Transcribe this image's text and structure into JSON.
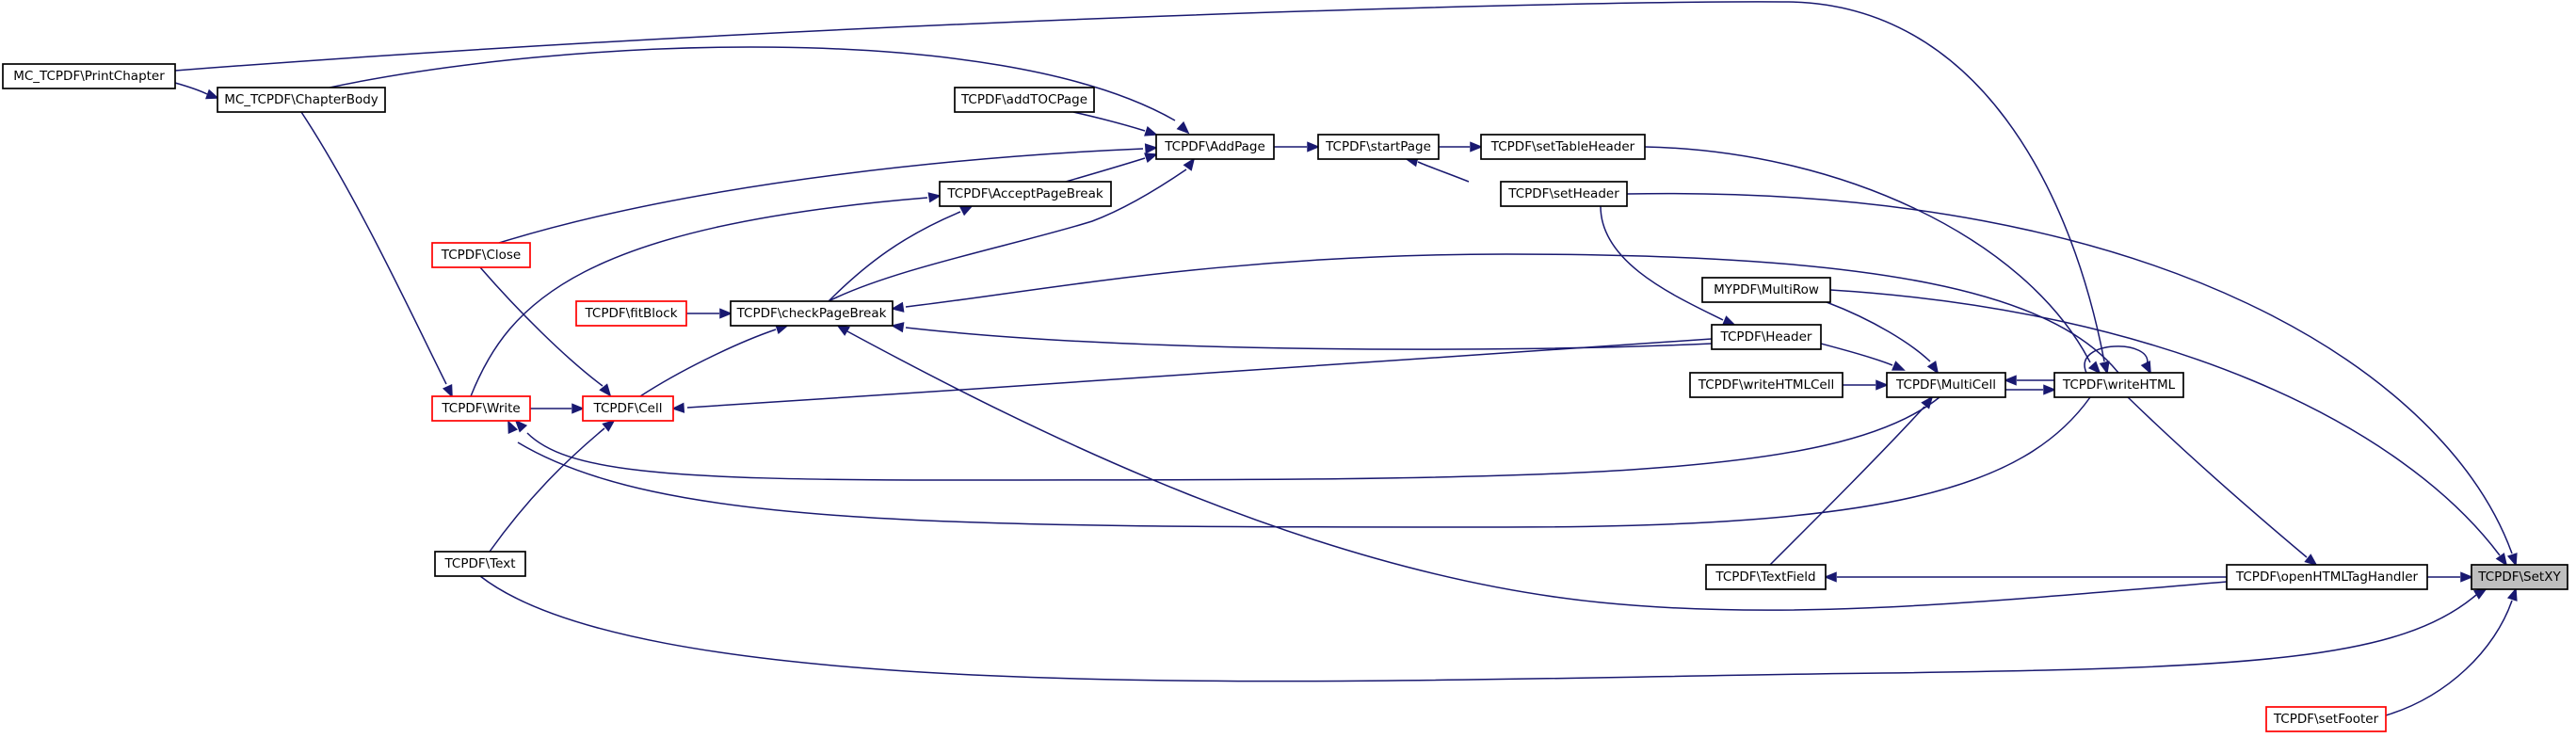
{
  "nodes": [
    {
      "id": "print_chapter",
      "label": "MC_TCPDF\\PrintChapter",
      "style": "normal"
    },
    {
      "id": "chapter_body",
      "label": "MC_TCPDF\\ChapterBody",
      "style": "normal"
    },
    {
      "id": "add_toc_page",
      "label": "TCPDF\\addTOCPage",
      "style": "normal"
    },
    {
      "id": "add_page",
      "label": "TCPDF\\AddPage",
      "style": "normal"
    },
    {
      "id": "start_page",
      "label": "TCPDF\\startPage",
      "style": "normal"
    },
    {
      "id": "set_table_header",
      "label": "TCPDF\\setTableHeader",
      "style": "normal"
    },
    {
      "id": "accept_page_break",
      "label": "TCPDF\\AcceptPageBreak",
      "style": "normal"
    },
    {
      "id": "set_header",
      "label": "TCPDF\\setHeader",
      "style": "normal"
    },
    {
      "id": "close",
      "label": "TCPDF\\Close",
      "style": "red"
    },
    {
      "id": "multirow",
      "label": "MYPDF\\MultiRow",
      "style": "normal"
    },
    {
      "id": "fit_block",
      "label": "TCPDF\\fitBlock",
      "style": "red"
    },
    {
      "id": "check_page_break",
      "label": "TCPDF\\checkPageBreak",
      "style": "normal"
    },
    {
      "id": "header",
      "label": "TCPDF\\Header",
      "style": "normal"
    },
    {
      "id": "write_html_cell",
      "label": "TCPDF\\writeHTMLCell",
      "style": "normal"
    },
    {
      "id": "multicell",
      "label": "TCPDF\\MultiCell",
      "style": "normal"
    },
    {
      "id": "write_html",
      "label": "TCPDF\\writeHTML",
      "style": "normal"
    },
    {
      "id": "write",
      "label": "TCPDF\\Write",
      "style": "red"
    },
    {
      "id": "cell",
      "label": "TCPDF\\Cell",
      "style": "red"
    },
    {
      "id": "text",
      "label": "TCPDF\\Text",
      "style": "normal"
    },
    {
      "id": "text_field",
      "label": "TCPDF\\TextField",
      "style": "normal"
    },
    {
      "id": "open_html_tag",
      "label": "TCPDF\\openHTMLTagHandler",
      "style": "normal"
    },
    {
      "id": "set_xy",
      "label": "TCPDF\\SetXY",
      "style": "highlight"
    },
    {
      "id": "set_footer",
      "label": "TCPDF\\setFooter",
      "style": "red"
    }
  ],
  "edges": [
    {
      "from": "print_chapter",
      "to": "chapter_body"
    },
    {
      "from": "chapter_body",
      "to": "add_page"
    },
    {
      "from": "add_toc_page",
      "to": "add_page"
    },
    {
      "from": "accept_page_break",
      "to": "add_page"
    },
    {
      "from": "close",
      "to": "add_page"
    },
    {
      "from": "check_page_break",
      "to": "add_page"
    },
    {
      "from": "add_page",
      "to": "start_page"
    },
    {
      "from": "start_page",
      "to": "set_table_header"
    },
    {
      "from": "start_page",
      "to": "set_header"
    },
    {
      "from": "check_page_break",
      "to": "accept_page_break"
    },
    {
      "from": "write",
      "to": "accept_page_break"
    },
    {
      "from": "fit_block",
      "to": "check_page_break"
    },
    {
      "from": "cell",
      "to": "check_page_break"
    },
    {
      "from": "header",
      "to": "check_page_break"
    },
    {
      "from": "write_html",
      "to": "check_page_break"
    },
    {
      "from": "open_html_tag",
      "to": "check_page_break"
    },
    {
      "from": "set_header",
      "to": "header"
    },
    {
      "from": "chapter_body",
      "to": "write"
    },
    {
      "from": "multicell",
      "to": "write"
    },
    {
      "from": "write_html",
      "to": "write"
    },
    {
      "from": "close",
      "to": "cell"
    },
    {
      "from": "write",
      "to": "cell"
    },
    {
      "from": "header",
      "to": "cell"
    },
    {
      "from": "text",
      "to": "cell"
    },
    {
      "from": "multirow",
      "to": "multicell"
    },
    {
      "from": "header",
      "to": "multicell"
    },
    {
      "from": "write_html_cell",
      "to": "multicell"
    },
    {
      "from": "write_html",
      "to": "multicell"
    },
    {
      "from": "text_field",
      "to": "multicell"
    },
    {
      "from": "multicell",
      "to": "write_html"
    },
    {
      "from": "write_html",
      "to": "write_html"
    },
    {
      "from": "print_chapter",
      "to": "write_html"
    },
    {
      "from": "set_table_header",
      "to": "write_html"
    },
    {
      "from": "open_html_tag",
      "to": "text_field"
    },
    {
      "from": "write_html",
      "to": "open_html_tag"
    },
    {
      "from": "open_html_tag",
      "to": "set_xy"
    },
    {
      "from": "multirow",
      "to": "set_xy"
    },
    {
      "from": "set_header",
      "to": "set_xy"
    },
    {
      "from": "text",
      "to": "set_xy"
    },
    {
      "from": "set_footer",
      "to": "set_xy"
    }
  ]
}
